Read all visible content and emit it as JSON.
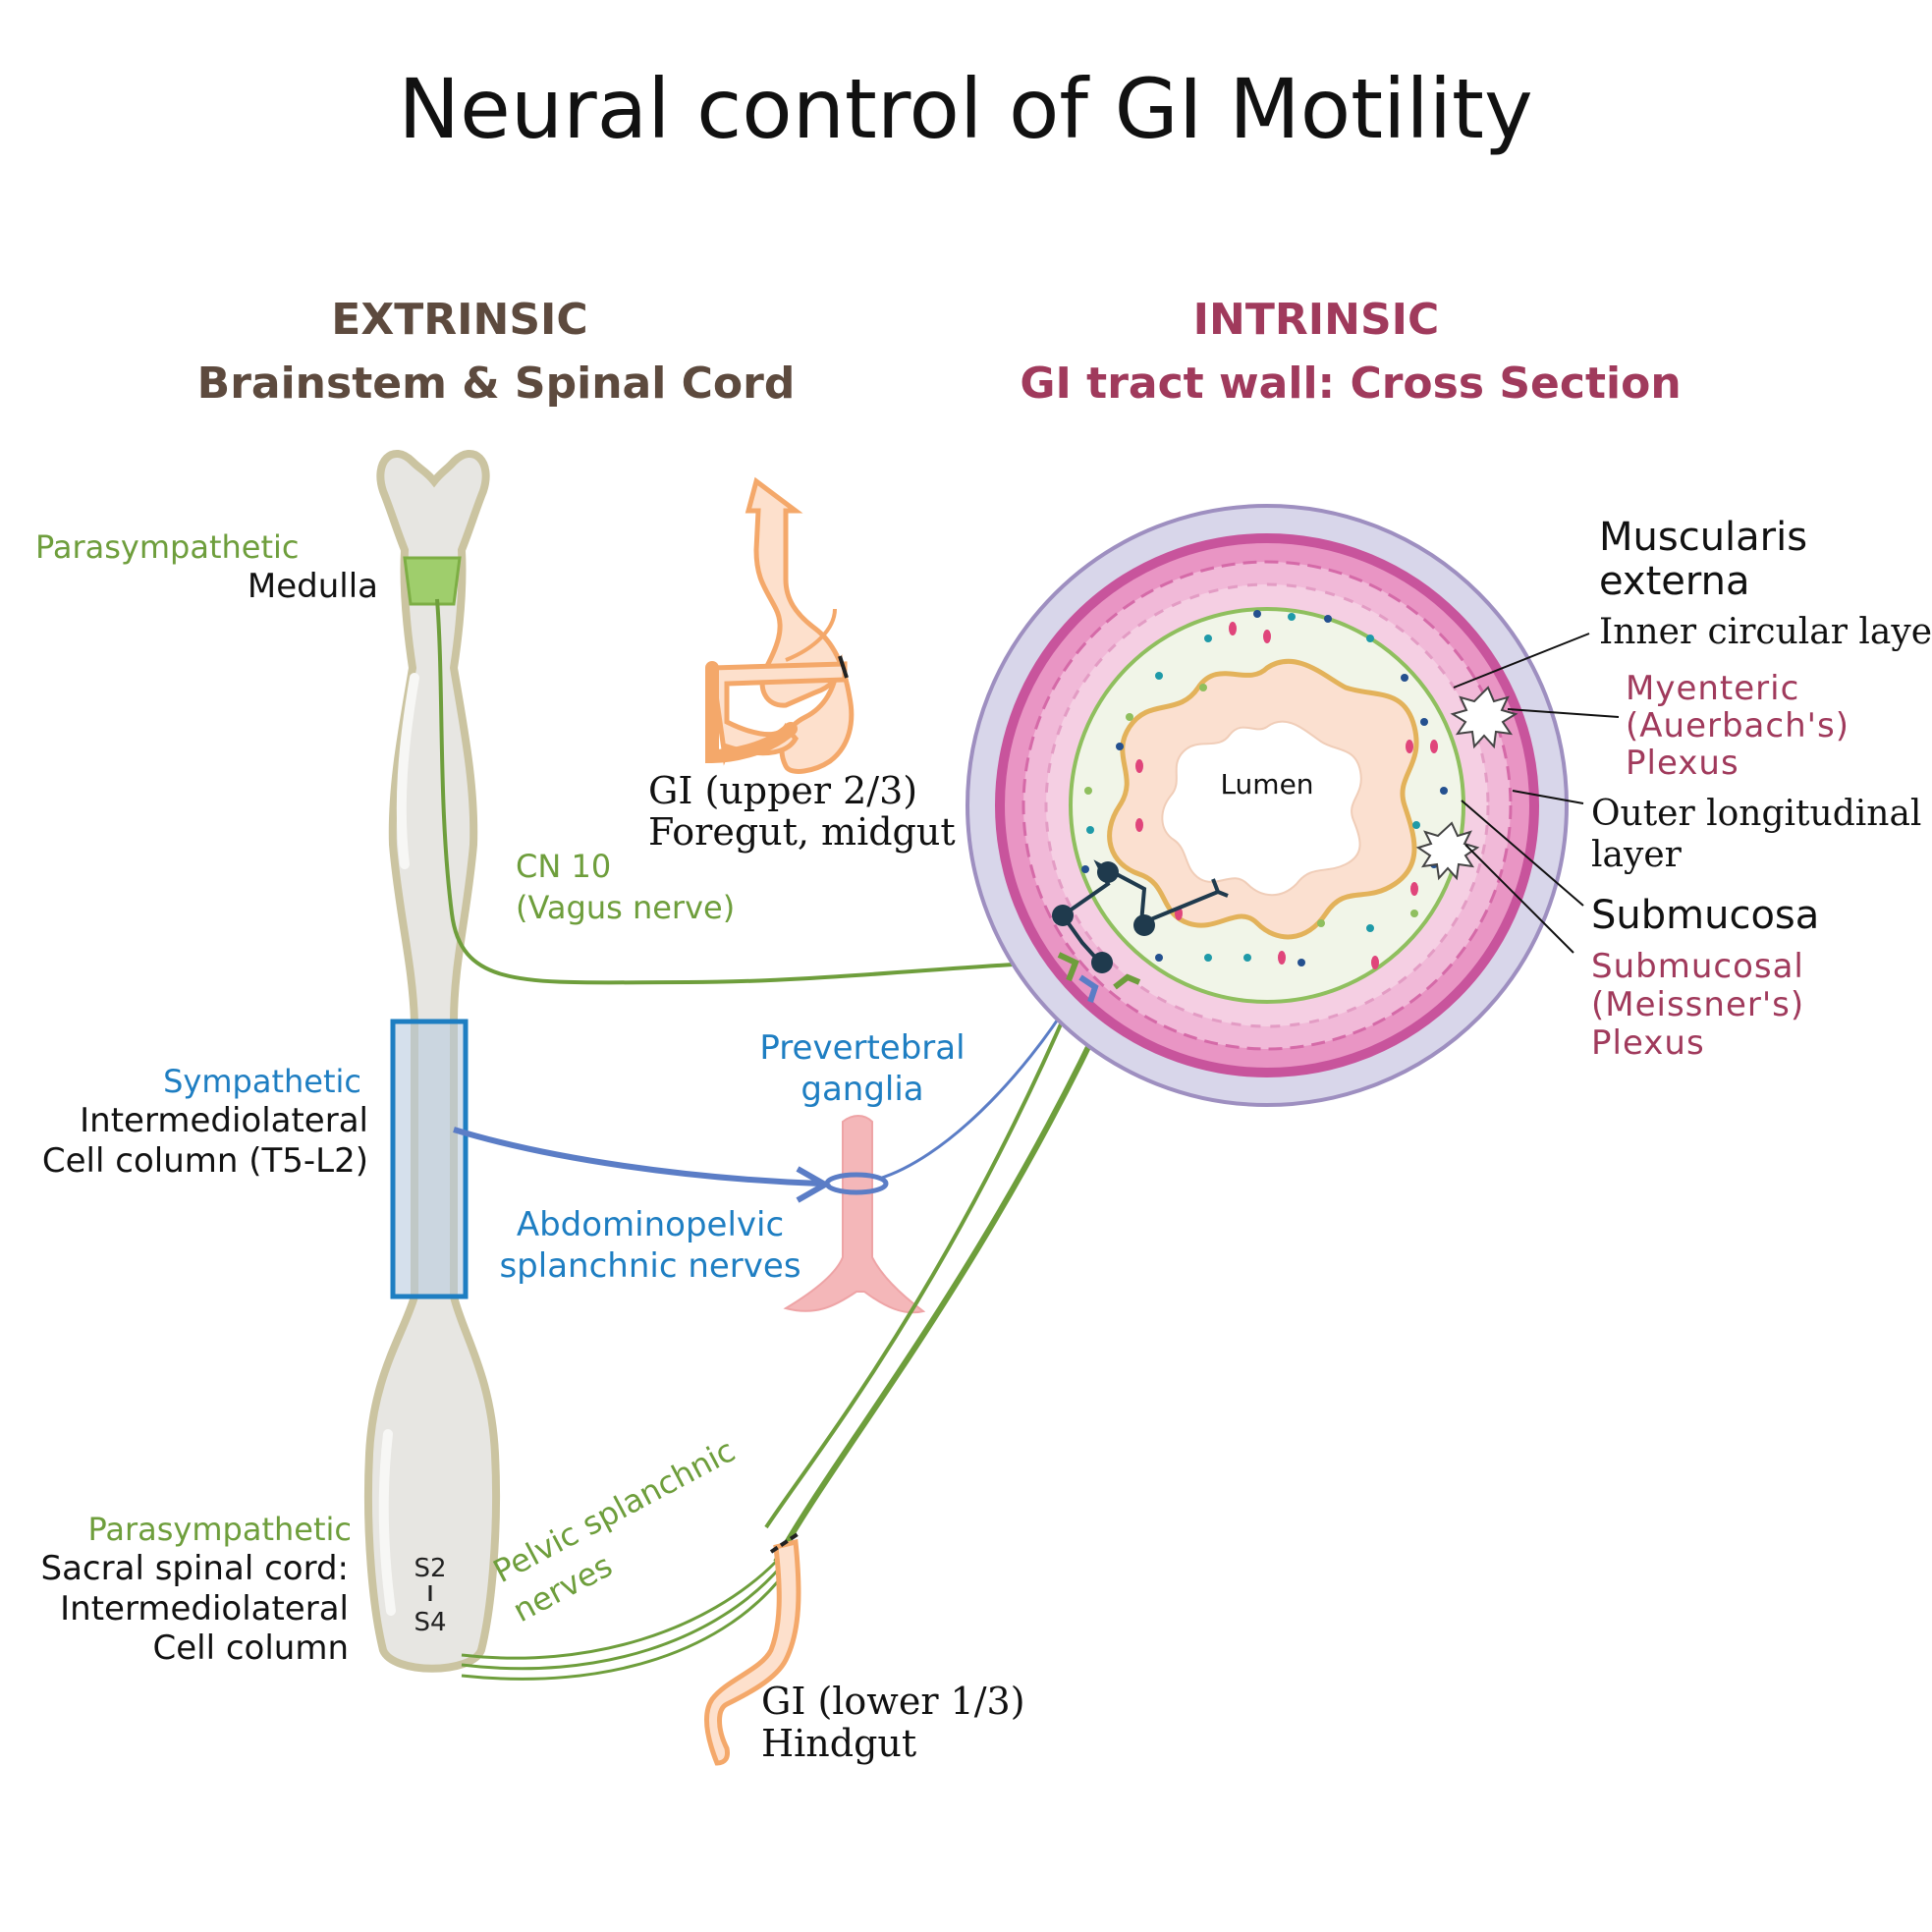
{
  "title": "Neural control of GI Motility",
  "extrinsic": {
    "heading": "EXTRINSIC",
    "subheading": "Brainstem & Spinal Cord"
  },
  "intrinsic": {
    "heading": "INTRINSIC",
    "subheading": "GI tract wall: Cross Section"
  },
  "labels": {
    "parasympathetic_medulla": {
      "title": "Parasympathetic",
      "sub": "Medulla"
    },
    "sympathetic": {
      "title": "Sympathetic",
      "line1": "Intermediolateral",
      "line2": "Cell column (T5-L2)"
    },
    "parasympathetic_sacral": {
      "title": "Parasympathetic",
      "line1": "Sacral spinal cord:",
      "line2": "Intermediolateral",
      "line3": "Cell column"
    },
    "s2": "S2",
    "s4": "S4",
    "cn10_line1": "CN 10",
    "cn10_line2": "(Vagus nerve)",
    "prevertebral_line1": "Prevertebral",
    "prevertebral_line2": "ganglia",
    "abdominopelvic_line1": "Abdominopelvic",
    "abdominopelvic_line2": "splanchnic nerves",
    "pelvic_line1": "Pelvic splanchnic",
    "pelvic_line2": "nerves",
    "gi_upper_line1": "GI (upper 2/3)",
    "gi_upper_line2": "Foregut, midgut",
    "gi_lower_line1": "GI (lower 1/3)",
    "gi_lower_line2": "Hindgut",
    "lumen": "Lumen",
    "muscularis_line1": "Muscularis",
    "muscularis_line2": "externa",
    "inner_circular": "Inner circular layer",
    "myenteric_line1": "Myenteric",
    "myenteric_line2": "(Auerbach's)",
    "myenteric_line3": "Plexus",
    "outer_long_line1": "Outer longitudinal",
    "outer_long_line2": "layer",
    "submucosa": "Submucosa",
    "submucosal_line1": "Submucosal",
    "submucosal_line2": "(Meissner's)",
    "submucosal_line3": "Plexus"
  },
  "colors": {
    "parasympathetic": "#6e9e3c",
    "sympathetic": "#1e7ec2",
    "intrinsic": "#a03a5c",
    "extrinsic": "#5d4a3e",
    "gut": "#f4a86a"
  }
}
